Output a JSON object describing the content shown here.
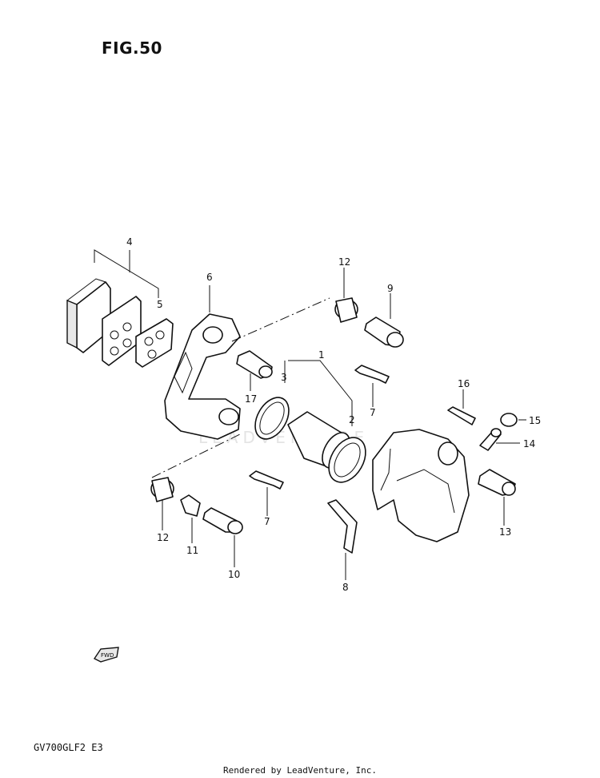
{
  "figure": {
    "title": "FIG.50"
  },
  "model_code": "GV700GLF2 E3",
  "footer": {
    "credit": "Rendered by LeadVenture, Inc."
  },
  "watermark": "LEADVENTURE",
  "direction_arrow": {
    "label": "FWD",
    "icon": "fwd-arrow-icon"
  },
  "callouts": [
    "1",
    "2",
    "3",
    "4",
    "5",
    "6",
    "7",
    "7",
    "8",
    "9",
    "10",
    "11",
    "12",
    "12",
    "13",
    "14",
    "15",
    "16",
    "17"
  ]
}
